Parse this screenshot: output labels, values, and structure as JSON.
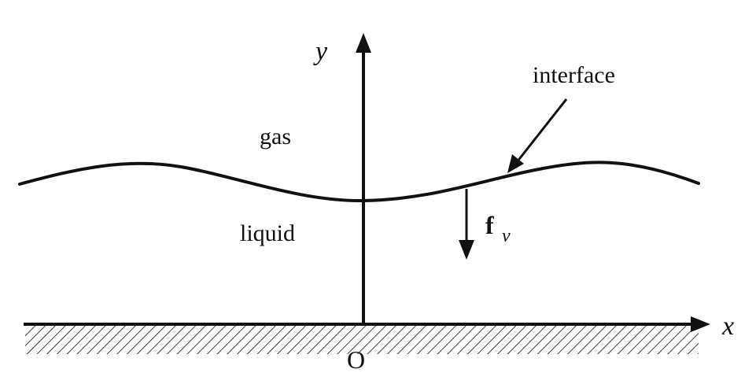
{
  "labels": {
    "y_axis": "y",
    "x_axis": "x",
    "origin": "O",
    "gas": "gas",
    "liquid": "liquid",
    "interface": "interface",
    "force_main": "f",
    "force_subscript": "v"
  },
  "colors": {
    "ink": "#111111",
    "background": "#ffffff"
  }
}
